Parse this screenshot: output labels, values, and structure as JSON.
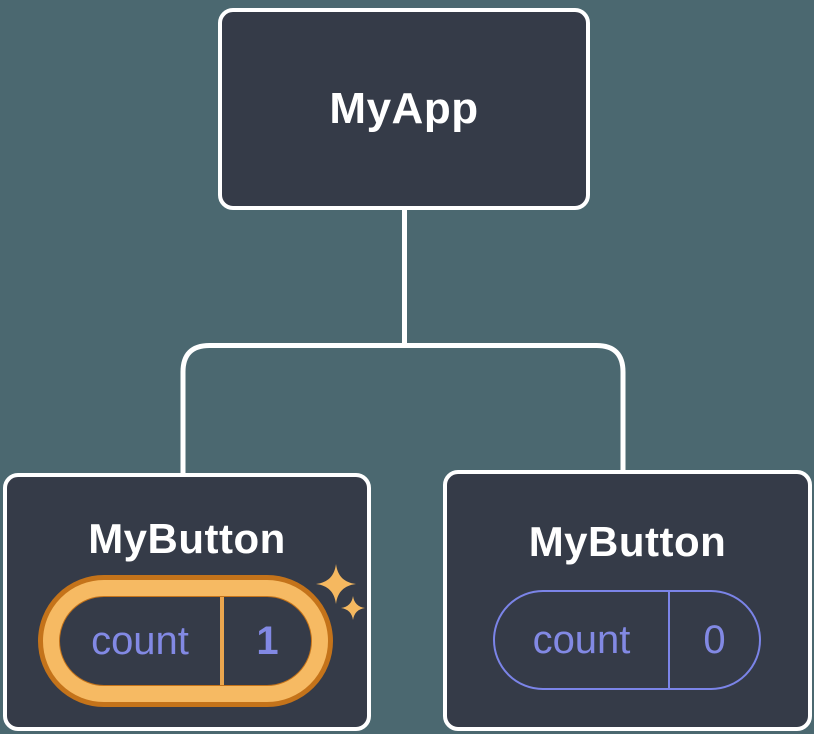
{
  "tree": {
    "root": {
      "label": "MyApp"
    },
    "children": [
      {
        "label": "MyButton",
        "highlighted": true,
        "state": {
          "key": "count",
          "value": "1"
        }
      },
      {
        "label": "MyButton",
        "highlighted": false,
        "state": {
          "key": "count",
          "value": "0"
        }
      }
    ]
  },
  "icons": {
    "sparkles": "sparkles-icon"
  },
  "colors": {
    "background": "#4b6870",
    "node_fill": "#353b48",
    "node_border": "#ffffff",
    "connector": "#ffffff",
    "state_text": "#8289e4",
    "state_border": "#7b84e8",
    "highlight_outer": "#c4731a",
    "highlight_gold": "#f6ba63",
    "highlight_divider": "#eaa64e",
    "sparkle": "#f5b860"
  }
}
